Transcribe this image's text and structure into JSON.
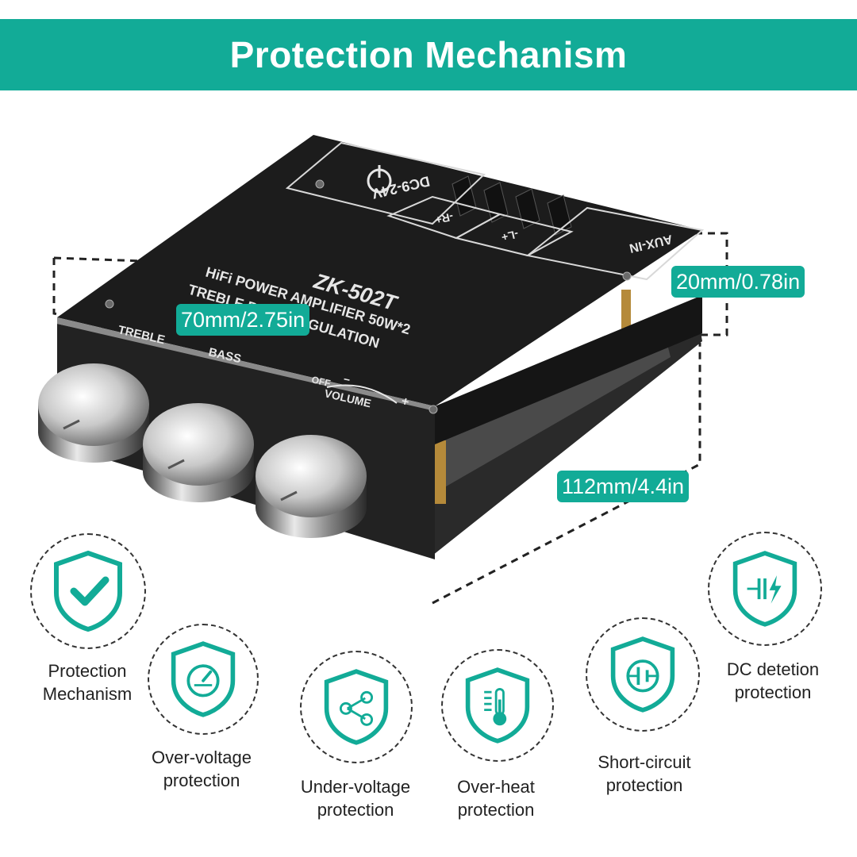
{
  "header": {
    "title": "Protection Mechanism"
  },
  "product": {
    "model": "ZK-502T",
    "subtitle_line1": "HiFi POWER AMPLIFIER 50W*2",
    "subtitle_line2": "TREBLE BASS REGULATION",
    "power_label": "DC9-24V",
    "aux_label": "AUX-IN",
    "right_ch": "-R+",
    "left_ch": "-L+",
    "knob_labels": {
      "treble": "TREBLE",
      "bass": "BASS",
      "volume": "VOLUME",
      "off": "OFF",
      "minus": "−",
      "plus": "+"
    }
  },
  "dimensions": {
    "width": "70mm/2.75in",
    "height": "20mm/0.78in",
    "length": "112mm/4.4in"
  },
  "features": [
    {
      "icon": "shield-check-icon",
      "line1": "Protection",
      "line2": "Mechanism"
    },
    {
      "icon": "shield-gauge-icon",
      "line1": "Over-voltage",
      "line2": "protection"
    },
    {
      "icon": "shield-share-icon",
      "line1": "Under-voltage",
      "line2": "protection"
    },
    {
      "icon": "shield-thermometer-icon",
      "line1": "Over-heat",
      "line2": "protection"
    },
    {
      "icon": "shield-short-circuit-icon",
      "line1": "Short-circuit",
      "line2": "protection"
    },
    {
      "icon": "shield-dc-detect-icon",
      "line1": "DC detetion",
      "line2": "protection"
    }
  ],
  "colors": {
    "accent": "#12ab97",
    "board": "#1c1c1c"
  }
}
